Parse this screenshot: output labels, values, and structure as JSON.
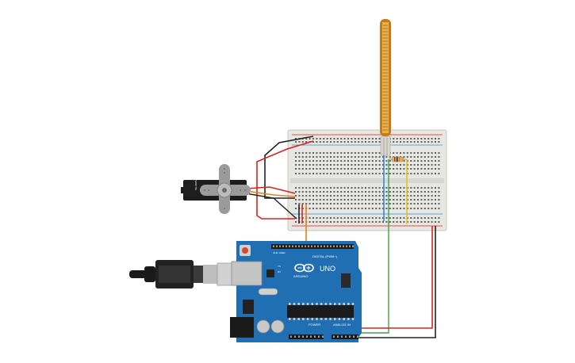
{
  "canvas": {
    "background": "#ffffff"
  },
  "arduino": {
    "brand": "ARDUINO",
    "model": "UNO",
    "digital_label": "DIGITAL (PWM~)",
    "analog_label": "ANALOG IN",
    "power_label": "POWER",
    "tx_label": "TX",
    "rx_label": "RX",
    "aref_label": "AREF",
    "gnd_label": "GND",
    "board_color": "#1f6fb2"
  },
  "servo": {
    "label": "SG-SERVO"
  },
  "colors": {
    "red_wire": "#e0201b",
    "black_wire": "#222222",
    "orange_wire": "#f07b16",
    "blue_wire": "#2f8ed8",
    "green_wire": "#3aa34a",
    "yellow_wire": "#e5c21a",
    "flex_sensor": "#c87a1a",
    "breadboard": "#e6e6e2"
  },
  "components": {
    "breadboard": "breadboard-icon",
    "flex_sensor": "flex-sensor-icon",
    "resistor": "resistor-icon",
    "servo": "servo-motor-icon",
    "usb_cable": "usb-cable-icon",
    "arduino": "arduino-uno-icon"
  }
}
